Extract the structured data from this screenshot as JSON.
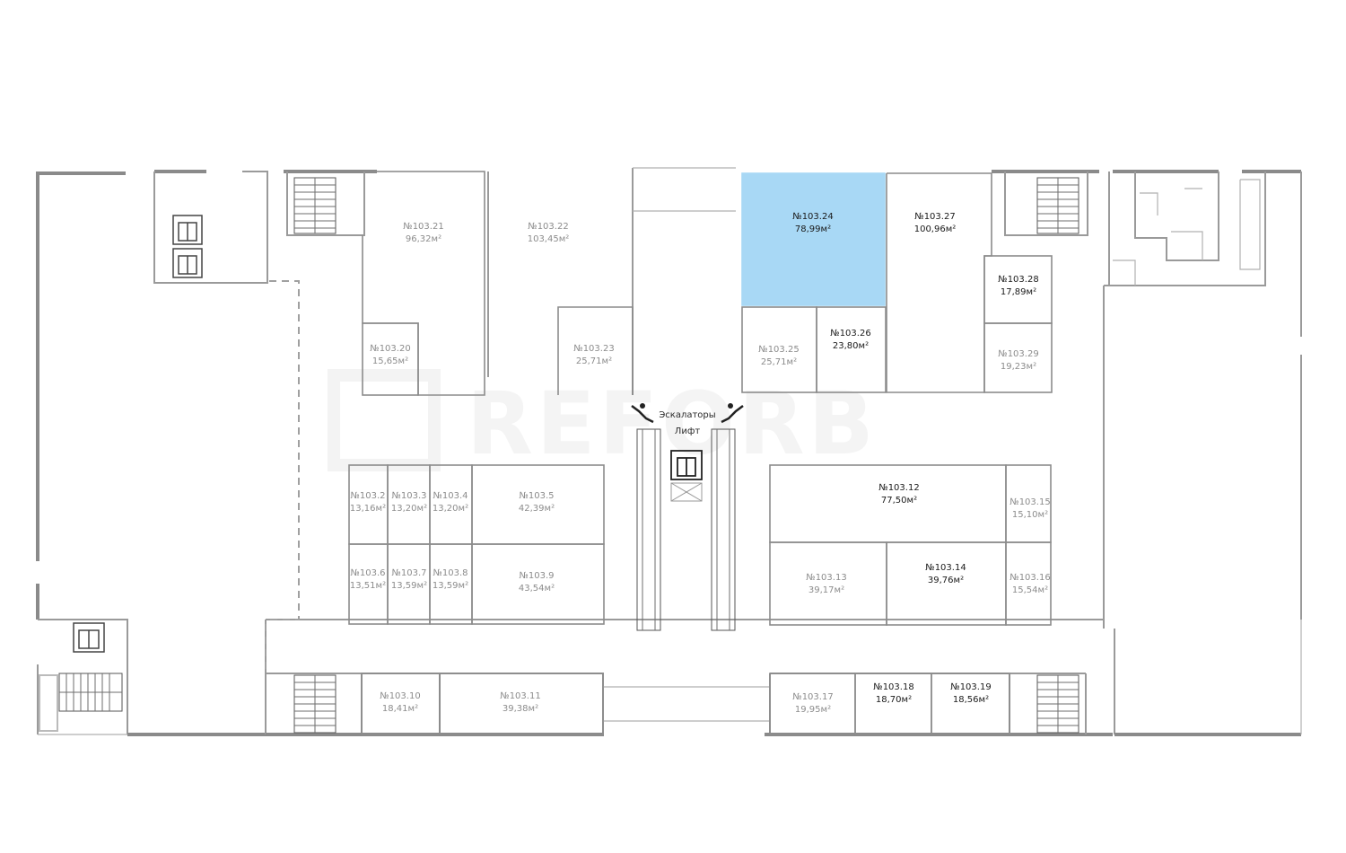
{
  "watermark": {
    "brand": "REFORB"
  },
  "center": {
    "escalators_label": "Эскалаторы",
    "elevator_label": "Лифт"
  },
  "colors": {
    "selected_fill": "#a8d8f5",
    "wall": "#8a8a8a",
    "sold_text": "#8c8c8c",
    "available_text": "#1a1a1a"
  },
  "rooms": [
    {
      "id": "r21",
      "number": "№103.21",
      "area": "96,32м²",
      "status": "sold"
    },
    {
      "id": "r22",
      "number": "№103.22",
      "area": "103,45м²",
      "status": "sold"
    },
    {
      "id": "r24",
      "number": "№103.24",
      "area": "78,99м²",
      "status": "selected"
    },
    {
      "id": "r27",
      "number": "№103.27",
      "area": "100,96м²",
      "status": "available"
    },
    {
      "id": "r28",
      "number": "№103.28",
      "area": "17,89м²",
      "status": "available"
    },
    {
      "id": "r29",
      "number": "№103.29",
      "area": "19,23м²",
      "status": "sold"
    },
    {
      "id": "r20",
      "number": "№103.20",
      "area": "15,65м²",
      "status": "sold"
    },
    {
      "id": "r23",
      "number": "№103.23",
      "area": "25,71м²",
      "status": "sold"
    },
    {
      "id": "r25",
      "number": "№103.25",
      "area": "25,71м²",
      "status": "sold"
    },
    {
      "id": "r26",
      "number": "№103.26",
      "area": "23,80м²",
      "status": "available"
    },
    {
      "id": "r2",
      "number": "№103.2",
      "area": "13,16м²",
      "status": "sold"
    },
    {
      "id": "r3",
      "number": "№103.3",
      "area": "13,20м²",
      "status": "sold"
    },
    {
      "id": "r4",
      "number": "№103.4",
      "area": "13,20м²",
      "status": "sold"
    },
    {
      "id": "r5",
      "number": "№103.5",
      "area": "42,39м²",
      "status": "sold"
    },
    {
      "id": "r6",
      "number": "№103.6",
      "area": "13,51м²",
      "status": "sold"
    },
    {
      "id": "r7",
      "number": "№103.7",
      "area": "13,59м²",
      "status": "sold"
    },
    {
      "id": "r8",
      "number": "№103.8",
      "area": "13,59м²",
      "status": "sold"
    },
    {
      "id": "r9",
      "number": "№103.9",
      "area": "43,54м²",
      "status": "sold"
    },
    {
      "id": "r12",
      "number": "№103.12",
      "area": "77,50м²",
      "status": "available"
    },
    {
      "id": "r15",
      "number": "№103.15",
      "area": "15,10м²",
      "status": "sold"
    },
    {
      "id": "r13",
      "number": "№103.13",
      "area": "39,17м²",
      "status": "sold"
    },
    {
      "id": "r14",
      "number": "№103.14",
      "area": "39,76м²",
      "status": "available"
    },
    {
      "id": "r16",
      "number": "№103.16",
      "area": "15,54м²",
      "status": "sold"
    },
    {
      "id": "r10",
      "number": "№103.10",
      "area": "18,41м²",
      "status": "sold"
    },
    {
      "id": "r11",
      "number": "№103.11",
      "area": "39,38м²",
      "status": "sold"
    },
    {
      "id": "r17",
      "number": "№103.17",
      "area": "19,95м²",
      "status": "sold"
    },
    {
      "id": "r18",
      "number": "№103.18",
      "area": "18,70м²",
      "status": "available"
    },
    {
      "id": "r19",
      "number": "№103.19",
      "area": "18,56м²",
      "status": "available"
    }
  ]
}
